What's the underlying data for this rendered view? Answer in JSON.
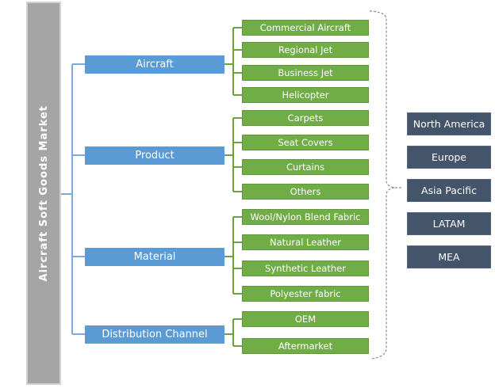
{
  "title": "Aircraft Soft Goods Market",
  "groups": [
    {
      "label": "Aircraft",
      "children": [
        "Commercial Aircraft",
        "Regional Jet",
        "Business Jet",
        "Helicopter"
      ]
    },
    {
      "label": "Product",
      "children": [
        "Carpets",
        "Seat Covers",
        "Curtains",
        "Others"
      ]
    },
    {
      "label": "Material",
      "children": [
        "Wool/Nylon Blend Fabric",
        "Natural Leather",
        "Synthetic Leather",
        "Polyester fabric"
      ]
    },
    {
      "label": "Distribution Channel",
      "children": [
        "OEM",
        "Aftermarket"
      ]
    }
  ],
  "regions": [
    "North America",
    "Europe",
    "Asia Pacific",
    "LATAM",
    "MEA"
  ],
  "colors": {
    "category_blue": "#5B9BD5",
    "segment_green": "#70AD47",
    "segment_green_border": "#61973B",
    "region_slate": "#44546A",
    "title_bar_gray": "#A5A5A5",
    "connector_blue": "#7FA9D9",
    "connector_green": "#6BA13F",
    "brace_gray": "#8C8C8C"
  }
}
